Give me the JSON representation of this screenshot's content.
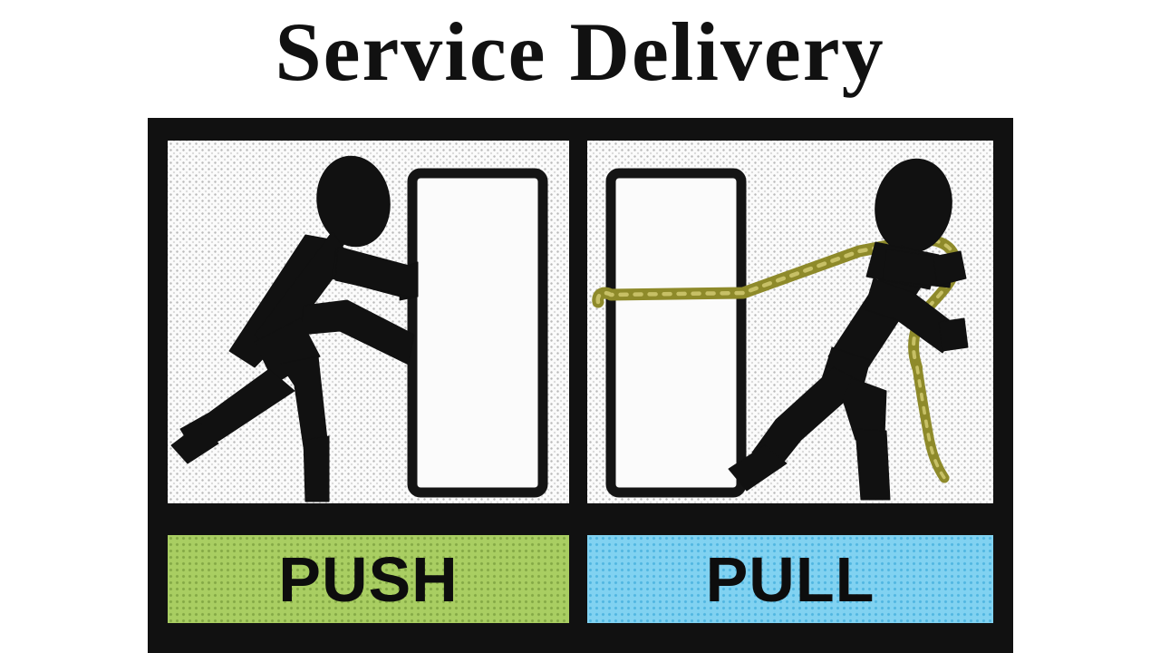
{
  "title": "Service Delivery",
  "frame": {
    "background_color": "#111111"
  },
  "panels": [
    {
      "id": "push",
      "label": "PUSH",
      "band_color": "#a9ce62",
      "band_dot_color": "#83a845",
      "scene_background": "#fbfbfb",
      "scene_dot_color": "#b9b9b9",
      "figure_color": "#111111",
      "object": "box",
      "object_outline_color": "#111111",
      "object_fill": "#fbfbfb",
      "has_rope": false,
      "description": "stick figure pushing a box"
    },
    {
      "id": "pull",
      "label": "PULL",
      "band_color": "#81d2f1",
      "band_dot_color": "#4fb5e0",
      "scene_background": "#fbfbfb",
      "scene_dot_color": "#b9b9b9",
      "figure_color": "#111111",
      "object": "box",
      "object_outline_color": "#111111",
      "object_fill": "#fbfbfb",
      "has_rope": true,
      "rope_color": "#8e8a2a",
      "rope_highlight_color": "#c4bd55",
      "description": "stick figure pulling a box with a rope"
    }
  ]
}
